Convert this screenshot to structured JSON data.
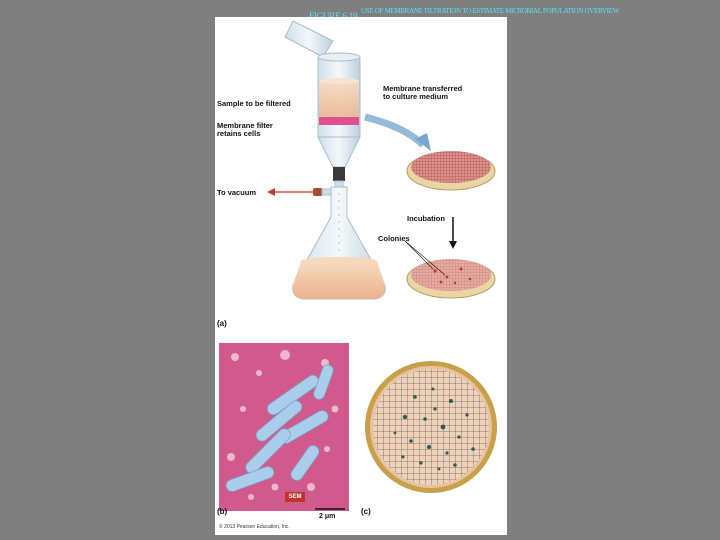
{
  "header": {
    "figure_number": "FIGURE 6.19",
    "caption": "USE OF MEMBRANE FILTRATION TO ESTIMATE MICROBIAL POPULATION OVERVIEW"
  },
  "figure": {
    "labels": {
      "sample": "Sample to be filtered",
      "membrane_filter": "Membrane filter\nretains cells",
      "vacuum": "To vacuum",
      "transferred": "Membrane transferred\nto culture medium",
      "incubation": "Incubation",
      "colonies": "Colonies"
    },
    "panel_a": "(a)",
    "panel_b": "(b)",
    "panel_c": "(c)",
    "sem_badge": "SEM",
    "scale_bar": "2 μm",
    "copyright": "© 2013 Pearson Education, Inc."
  },
  "colors": {
    "title_text": "#55e6f2",
    "slide_bg": "#7f7f7f",
    "liquid": "#f2c9a8",
    "membrane": "#e0508f",
    "arrow_blue": "#7aa7cf",
    "sem_bg": "#d45d8f",
    "cells": "#9fc6e6",
    "badge": "#c0322c"
  }
}
